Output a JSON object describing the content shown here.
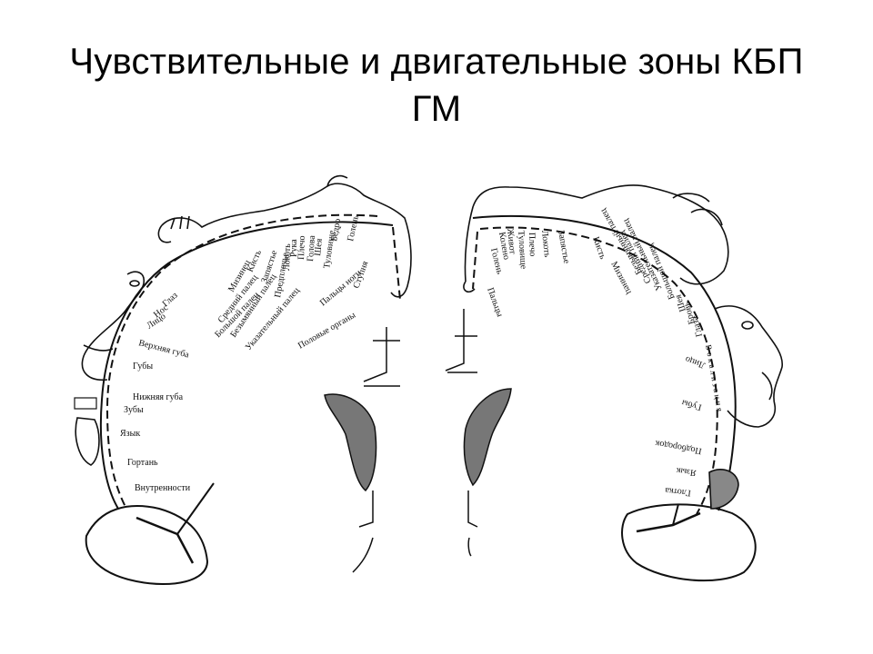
{
  "slide": {
    "title": "Чувствительные и двигательные зоны КБП ГМ"
  },
  "colors": {
    "ink": "#111111",
    "background": "#ffffff",
    "hatch": "#444444"
  },
  "sensory_homunculus": {
    "labels_upper": [
      "Голень",
      "Ступня",
      "Пальцы ноги",
      "Половые органы",
      "Бедро",
      "Туловище",
      "Шея",
      "Голова",
      "Плечо",
      "Рука",
      "Локоть",
      "Предплечье",
      "Запястье",
      "Кисть",
      "Мизинец",
      "Безымянный палец",
      "Средний палец",
      "Указательный палец",
      "Большой палец",
      "Глаз",
      "Нос",
      "Лицо"
    ],
    "labels_lower": [
      "Верхняя губа",
      "Губы",
      "Нижняя губа",
      "Зубы",
      "Язык",
      "Гортань",
      "Внутренности"
    ]
  },
  "motor_homunculus": {
    "labels_upper": [
      "Пальцы",
      "Голень",
      "Колено",
      "Живот",
      "Туловище",
      "Плечо",
      "Локоть",
      "Запястье",
      "Кисть",
      "Мизинец",
      "Безымянный палец",
      "Средний палец",
      "Указательный палец",
      "Большой палец",
      "Шея",
      "Бровь",
      "Глаза",
      "Лицо"
    ],
    "labels_lower": [
      "Губы",
      "Вокализация",
      "Подбородок",
      "Язык",
      "Глотка"
    ]
  }
}
